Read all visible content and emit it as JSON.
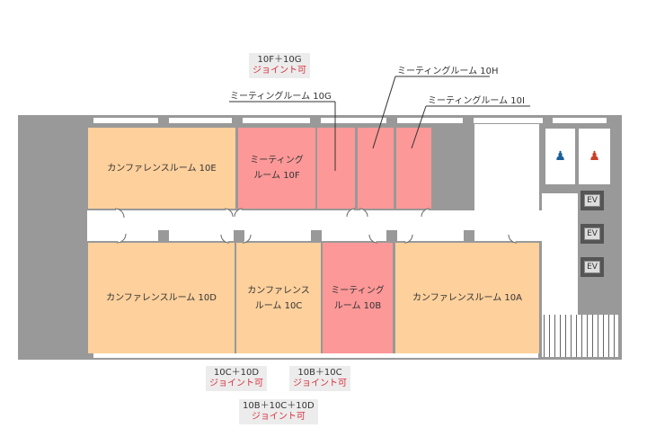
{
  "rooms": {
    "r10E": "カンファレンスルーム 10E",
    "r10F": "ミーティング\nルーム 10F",
    "r10D": "カンファレンスルーム 10D",
    "r10C": "カンファレンス\nルーム 10C",
    "r10B": "ミーティング\nルーム 10B",
    "r10A": "カンファレンスルーム 10A"
  },
  "callouts": {
    "c10G": "ミーティングルーム 10G",
    "c10H": "ミーティングルーム 10H",
    "c10I": "ミーティングルーム 10I"
  },
  "joints": [
    {
      "rooms": "10F＋10G",
      "note": "ジョイント可"
    },
    {
      "rooms": "10C＋10D",
      "note": "ジョイント可"
    },
    {
      "rooms": "10B＋10C",
      "note": "ジョイント可"
    },
    {
      "rooms": "10B＋10C＋10D",
      "note": "ジョイント可"
    }
  ],
  "elevators": [
    "EV",
    "EV",
    "EV"
  ],
  "colors": {
    "conference": "#fdd09c",
    "meeting": "#fd9898",
    "male": "#1a5f9a",
    "female": "#c8412a"
  }
}
